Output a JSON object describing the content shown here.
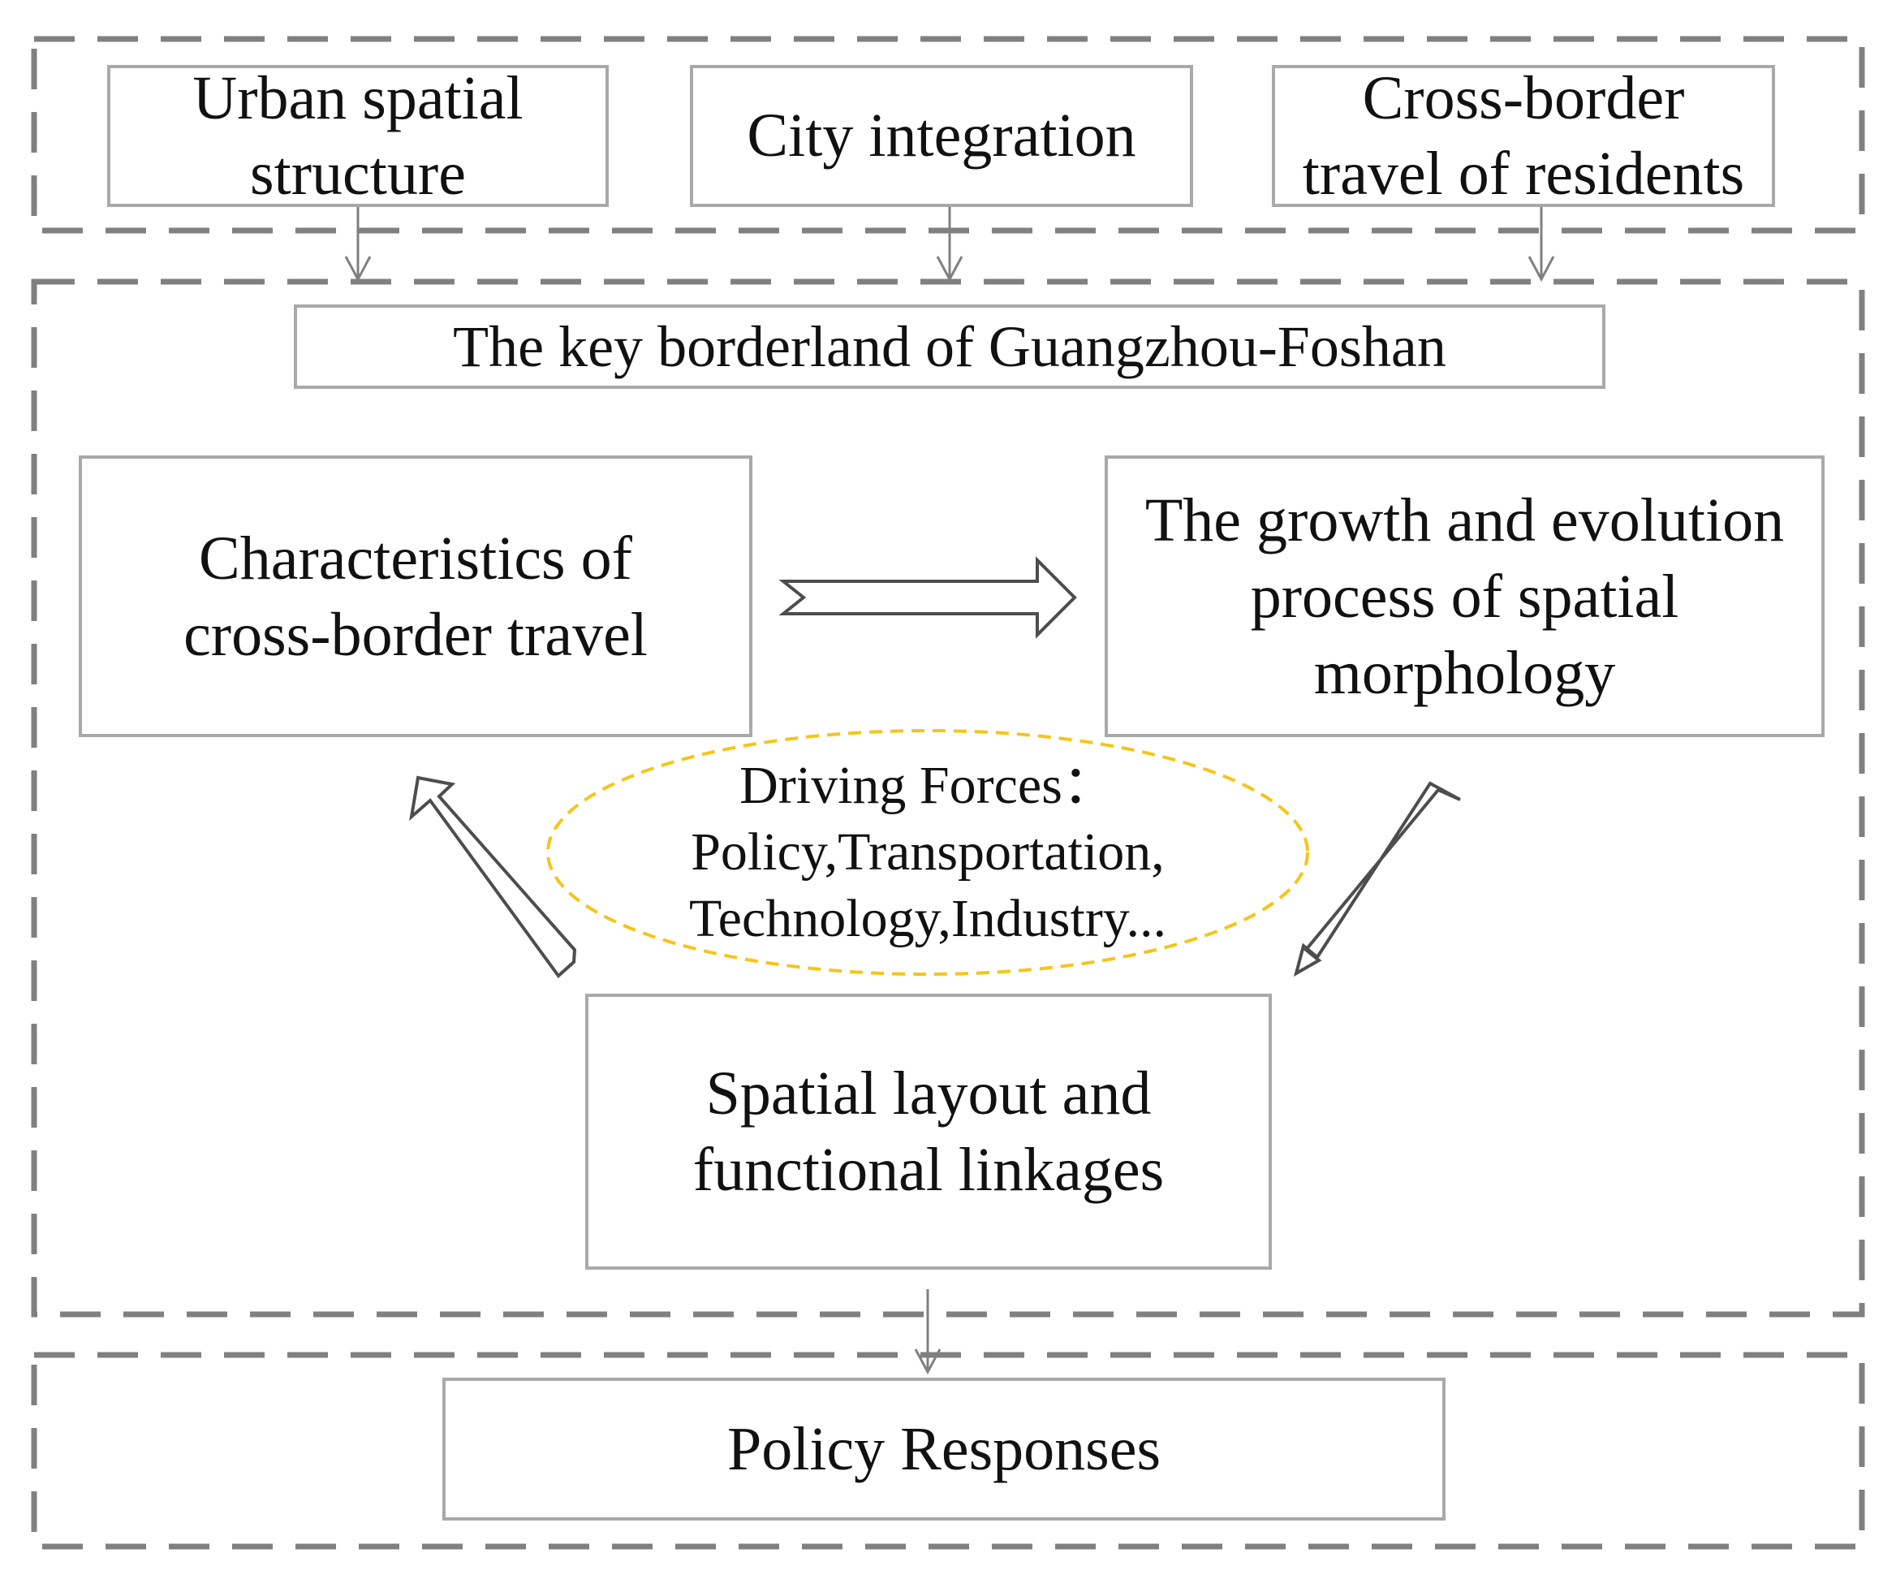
{
  "diagram": {
    "top_row": {
      "urban_spatial_structure": [
        "Urban spatial",
        "structure"
      ],
      "city_integration": [
        "City integration"
      ],
      "cross_border_travel": [
        "Cross-border",
        "travel of residents"
      ]
    },
    "key_borderland": "The key borderland of Guangzhou-Foshan",
    "characteristics": [
      "Characteristics of",
      "cross-border travel"
    ],
    "growth_evolution": [
      "The growth and evolution",
      "process of spatial",
      "morphology"
    ],
    "driving_forces": [
      "Driving Forces：",
      "Policy,Transportation,",
      "Technology,Industry..."
    ],
    "spatial_layout": [
      "Spatial layout and",
      "functional linkages"
    ],
    "policy_responses": "Policy Responses"
  },
  "colors": {
    "dashed_border": "#808080",
    "box_border": "#a9a9a9",
    "arrow_stroke": "#4d4d4d",
    "connector": "#808080",
    "ellipse_dash": "#f5c518",
    "text": "#111111",
    "background": "#ffffff"
  }
}
